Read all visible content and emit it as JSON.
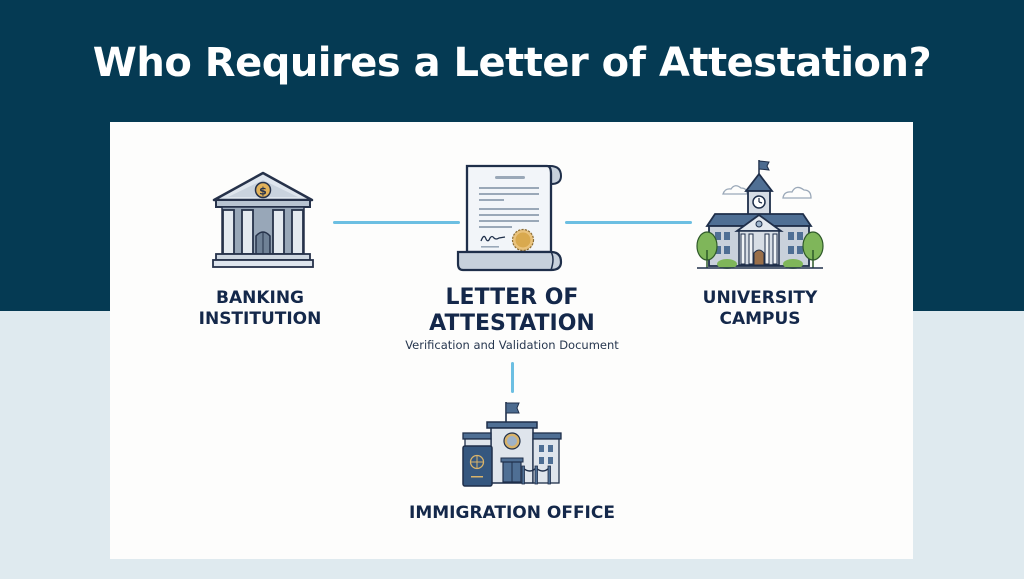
{
  "header": {
    "title": "Who Requires a Letter of Attestation?"
  },
  "colors": {
    "header_bg": "#053a53",
    "lower_bg": "#dfeaef",
    "card_bg": "#fdfdfc",
    "connector": "#6cbfe2",
    "label_text": "#14284a",
    "seal_gold": "#d9a94e"
  },
  "diagram": {
    "center": {
      "icon": "scroll-document-icon",
      "label_line1": "LETTER OF",
      "label_line2": "ATTESTATION",
      "subtitle": "Verification and Validation Document"
    },
    "nodes": [
      {
        "id": "bank",
        "icon": "bank-building-icon",
        "label_line1": "BANKING",
        "label_line2": "INSTITUTION"
      },
      {
        "id": "university",
        "icon": "university-building-icon",
        "label_line1": "UNIVERSITY",
        "label_line2": "CAMPUS"
      },
      {
        "id": "immigration",
        "icon": "immigration-office-icon",
        "label_line1": "IMMIGRATION OFFICE"
      }
    ]
  }
}
